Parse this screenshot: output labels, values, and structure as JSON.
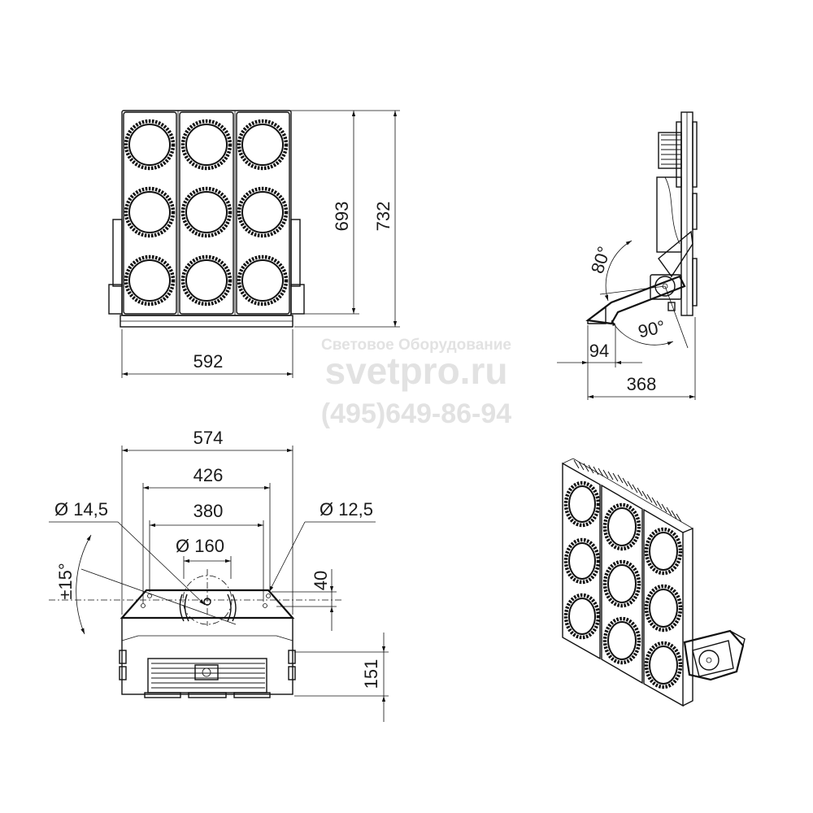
{
  "watermark": {
    "company": "Световое Оборудование",
    "site": "svetpro.ru",
    "phone": "(495)649-86-94"
  },
  "front_view": {
    "width_label": "592",
    "inner_height_label": "693",
    "total_height_label": "732"
  },
  "side_view": {
    "angle_up_label": "80°",
    "angle_down_label": "90°",
    "bracket_label": "94",
    "depth_label": "368"
  },
  "bottom_view": {
    "overall_label": "574",
    "outer_holes_label": "426",
    "inner_holes_label": "380",
    "center_label": "Ø 160",
    "hole_large_label": "Ø 14,5",
    "hole_small_label": "Ø 12,5",
    "offset_label": "40",
    "tilt_label": "±15°",
    "height_label": "151"
  },
  "iso_view": {
    "lens_count": 9
  }
}
